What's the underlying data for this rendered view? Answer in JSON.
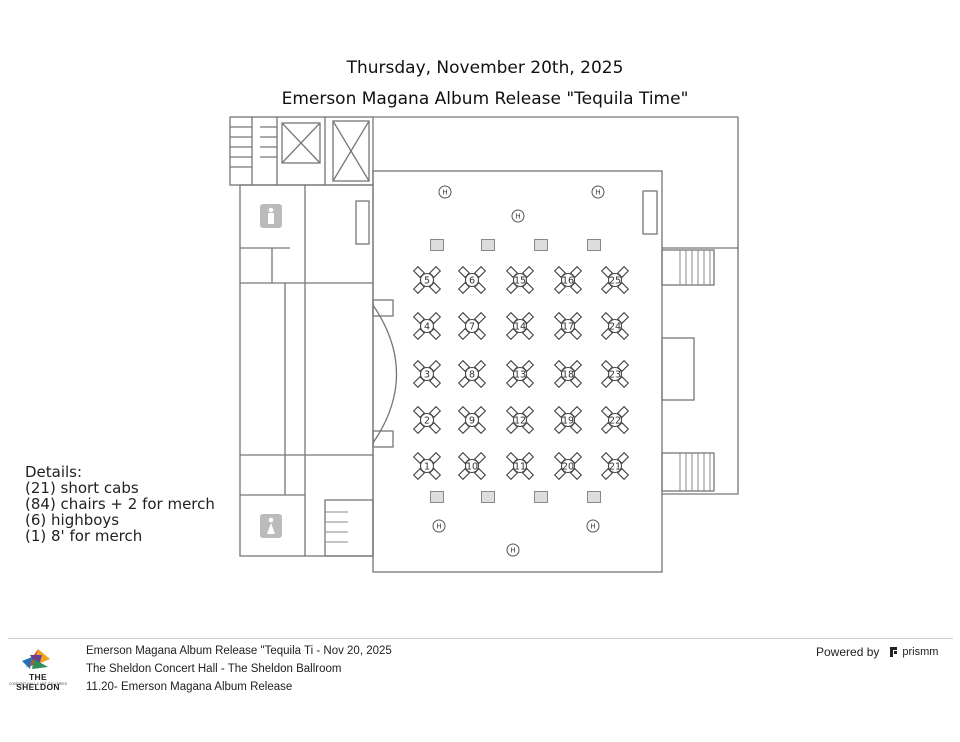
{
  "header": {
    "date": "Thursday, November 20th, 2025",
    "event": "Emerson Magana Album Release \"Tequila Time\""
  },
  "floorplan": {
    "table_numbers": [
      5,
      6,
      15,
      16,
      25,
      4,
      7,
      14,
      17,
      24,
      3,
      8,
      13,
      18,
      23,
      2,
      9,
      12,
      19,
      22,
      1,
      10,
      11,
      20,
      21
    ],
    "highboy_label": "H",
    "highboy_count": 6,
    "cab_count": 8
  },
  "details": {
    "heading": "Details:",
    "lines": [
      "(21) short cabs",
      "(84) chairs + 2 for merch",
      "(6) highboys",
      "(1) 8' for merch"
    ]
  },
  "footer": {
    "line1": "Emerson Magana Album Release \"Tequila Ti - Nov 20, 2025",
    "line2": "The Sheldon Concert Hall - The Sheldon Ballroom",
    "line3": "11.20- Emerson Magana Album Release",
    "powered_by": "Powered by",
    "prism_brand": "prismm",
    "logo_text": "THE SHELDON",
    "logo_sub": "CONCERT HALL & ART GALLERIES"
  }
}
